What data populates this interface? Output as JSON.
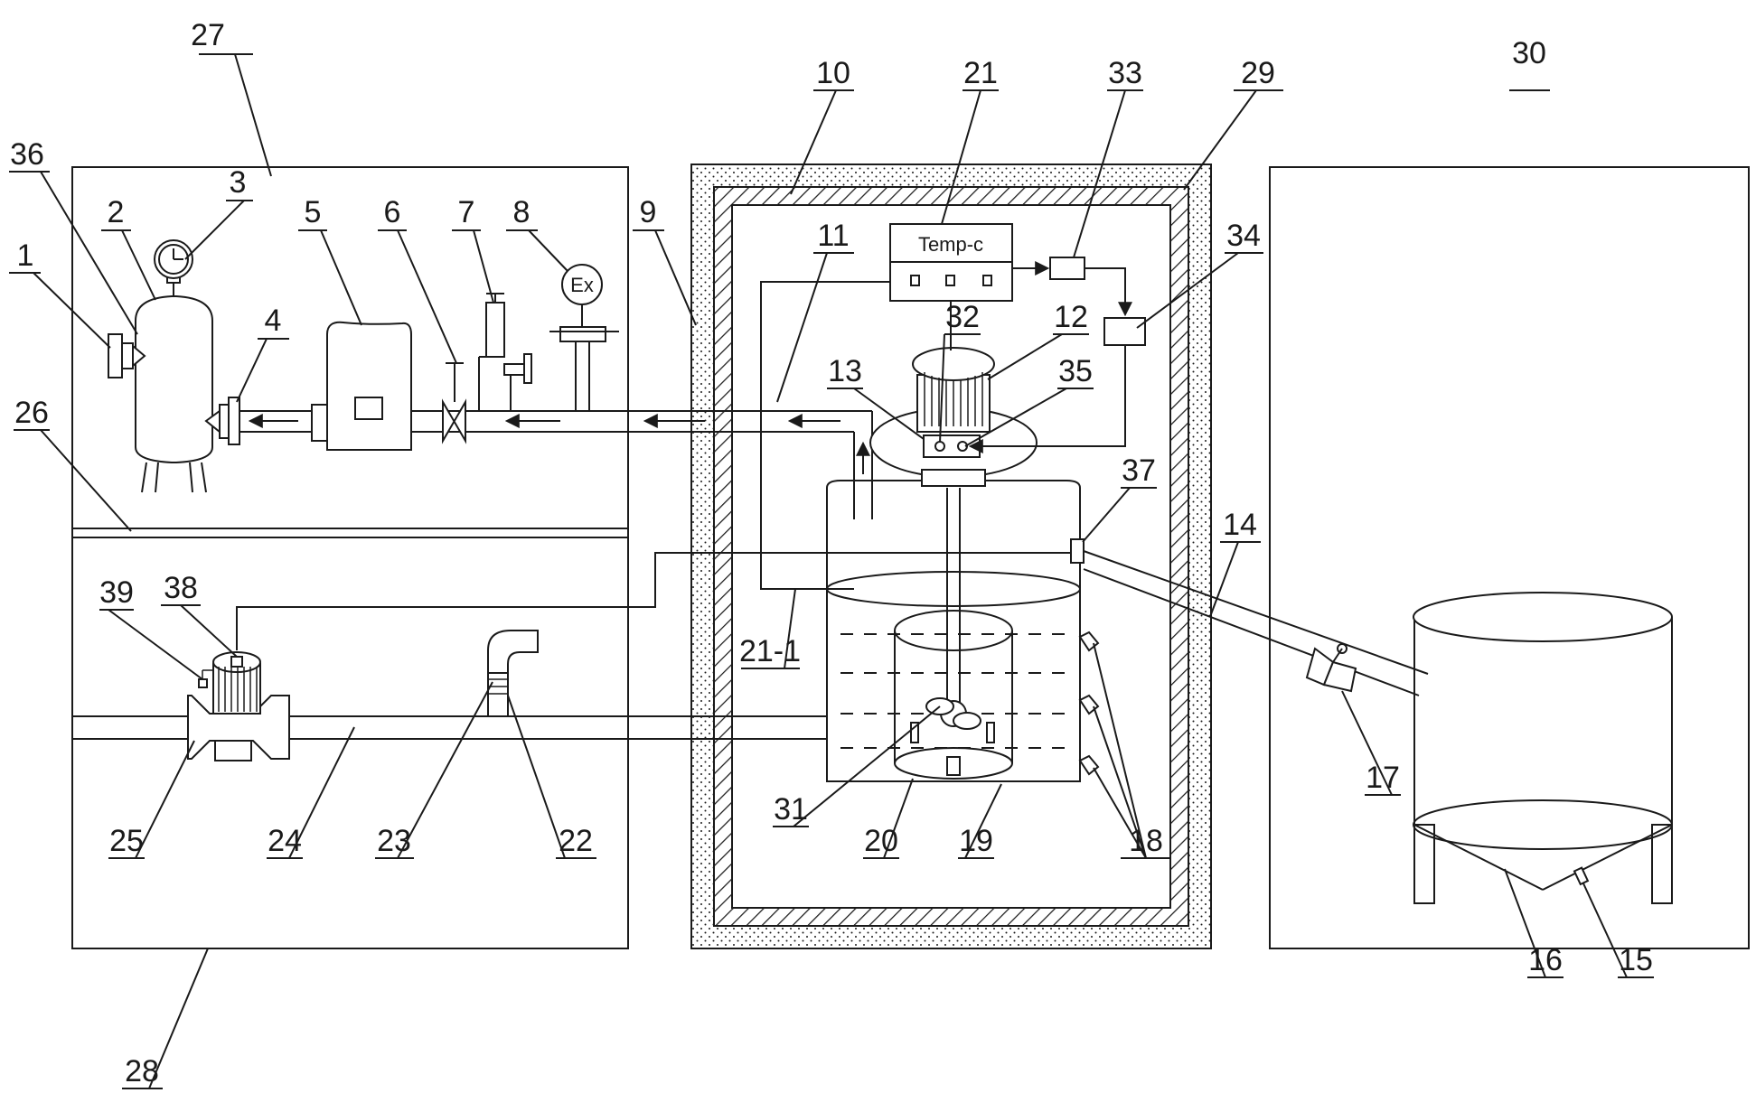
{
  "device_labels": {
    "temp_controller": "Temp-c",
    "explosion_gauge": "Ex"
  },
  "callouts": [
    {
      "id": "27",
      "text": "27"
    },
    {
      "id": "36",
      "text": "36"
    },
    {
      "id": "2",
      "text": "2"
    },
    {
      "id": "3",
      "text": "3"
    },
    {
      "id": "1",
      "text": "1"
    },
    {
      "id": "4",
      "text": "4"
    },
    {
      "id": "5",
      "text": "5"
    },
    {
      "id": "6",
      "text": "6"
    },
    {
      "id": "7",
      "text": "7"
    },
    {
      "id": "8",
      "text": "8"
    },
    {
      "id": "9",
      "text": "9"
    },
    {
      "id": "10",
      "text": "10"
    },
    {
      "id": "21",
      "text": "21"
    },
    {
      "id": "33",
      "text": "33"
    },
    {
      "id": "29",
      "text": "29"
    },
    {
      "id": "30",
      "text": "30"
    },
    {
      "id": "34",
      "text": "34"
    },
    {
      "id": "11",
      "text": "11"
    },
    {
      "id": "32",
      "text": "32"
    },
    {
      "id": "12",
      "text": "12"
    },
    {
      "id": "13",
      "text": "13"
    },
    {
      "id": "35",
      "text": "35"
    },
    {
      "id": "26",
      "text": "26"
    },
    {
      "id": "37",
      "text": "37"
    },
    {
      "id": "14",
      "text": "14"
    },
    {
      "id": "38",
      "text": "38"
    },
    {
      "id": "39",
      "text": "39"
    },
    {
      "id": "21-1",
      "text": "21-1"
    },
    {
      "id": "17",
      "text": "17"
    },
    {
      "id": "31",
      "text": "31"
    },
    {
      "id": "25",
      "text": "25"
    },
    {
      "id": "24",
      "text": "24"
    },
    {
      "id": "23",
      "text": "23"
    },
    {
      "id": "22",
      "text": "22"
    },
    {
      "id": "20",
      "text": "20"
    },
    {
      "id": "19",
      "text": "19"
    },
    {
      "id": "18",
      "text": "18"
    },
    {
      "id": "16",
      "text": "16"
    },
    {
      "id": "15",
      "text": "15"
    },
    {
      "id": "28",
      "text": "28"
    }
  ]
}
